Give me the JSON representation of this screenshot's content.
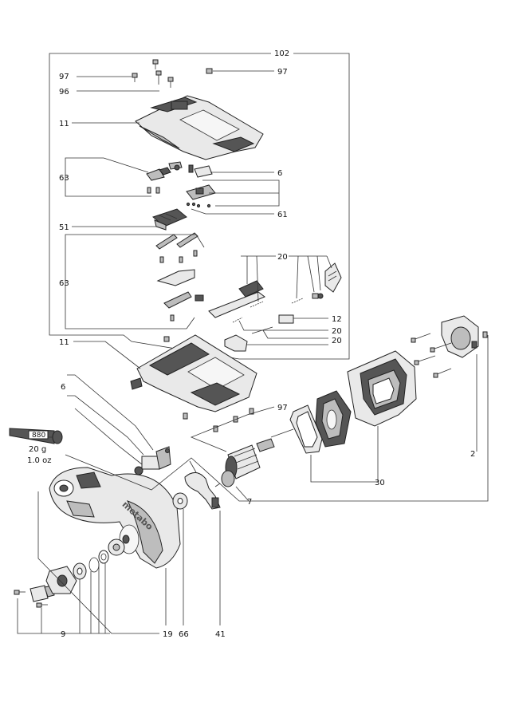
{
  "callouts": {
    "c102": "102",
    "c97_top_left": "97",
    "c97_top_right": "97",
    "c96": "96",
    "c11_top": "11",
    "c63_top": "63",
    "c6_top": "6",
    "c61": "61",
    "c51": "51",
    "c63_mid": "63",
    "c20_top": "20",
    "c12": "12",
    "c20_mid": "20",
    "c20_bot": "20",
    "c11_bot": "11",
    "c6_left": "6",
    "c97_bot": "97",
    "c2": "2",
    "c30": "30",
    "c7": "7",
    "c9": "9",
    "c19": "19",
    "c66": "66",
    "c41": "41"
  },
  "grease": {
    "code": "880",
    "weight": "20 g",
    "ounces": "1.0 oz"
  },
  "housing_print": "metabo"
}
